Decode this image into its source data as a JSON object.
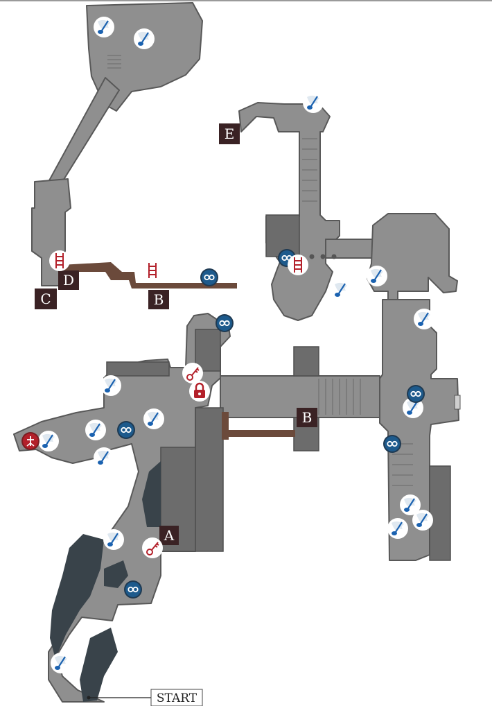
{
  "colors": {
    "floor": "#8f8f8f",
    "floor_edge": "#585858",
    "wall": "#6c6c6c",
    "dark_block": "#4f5357",
    "foliage": "#39434a",
    "bridge": "#6b4a3b",
    "marker_bg": "#3a2224",
    "marker_text": "#ffffff",
    "orb_blue": "#1d5a8c",
    "red_icon": "#b3202a",
    "spirit_blue": "#1b62b0"
  },
  "markers": {
    "a": "A",
    "b_lower": "B",
    "b_upper": "B",
    "c": "C",
    "d": "D",
    "e": "E"
  },
  "start_label": "START",
  "legend_icons": {
    "collectible": "blue-spirit-icon",
    "orb": "blue-orb-icon",
    "ladder": "red-ladder-icon",
    "lock": "red-lock-icon",
    "key": "red-key-icon",
    "special": "red-special-orb-icon"
  }
}
